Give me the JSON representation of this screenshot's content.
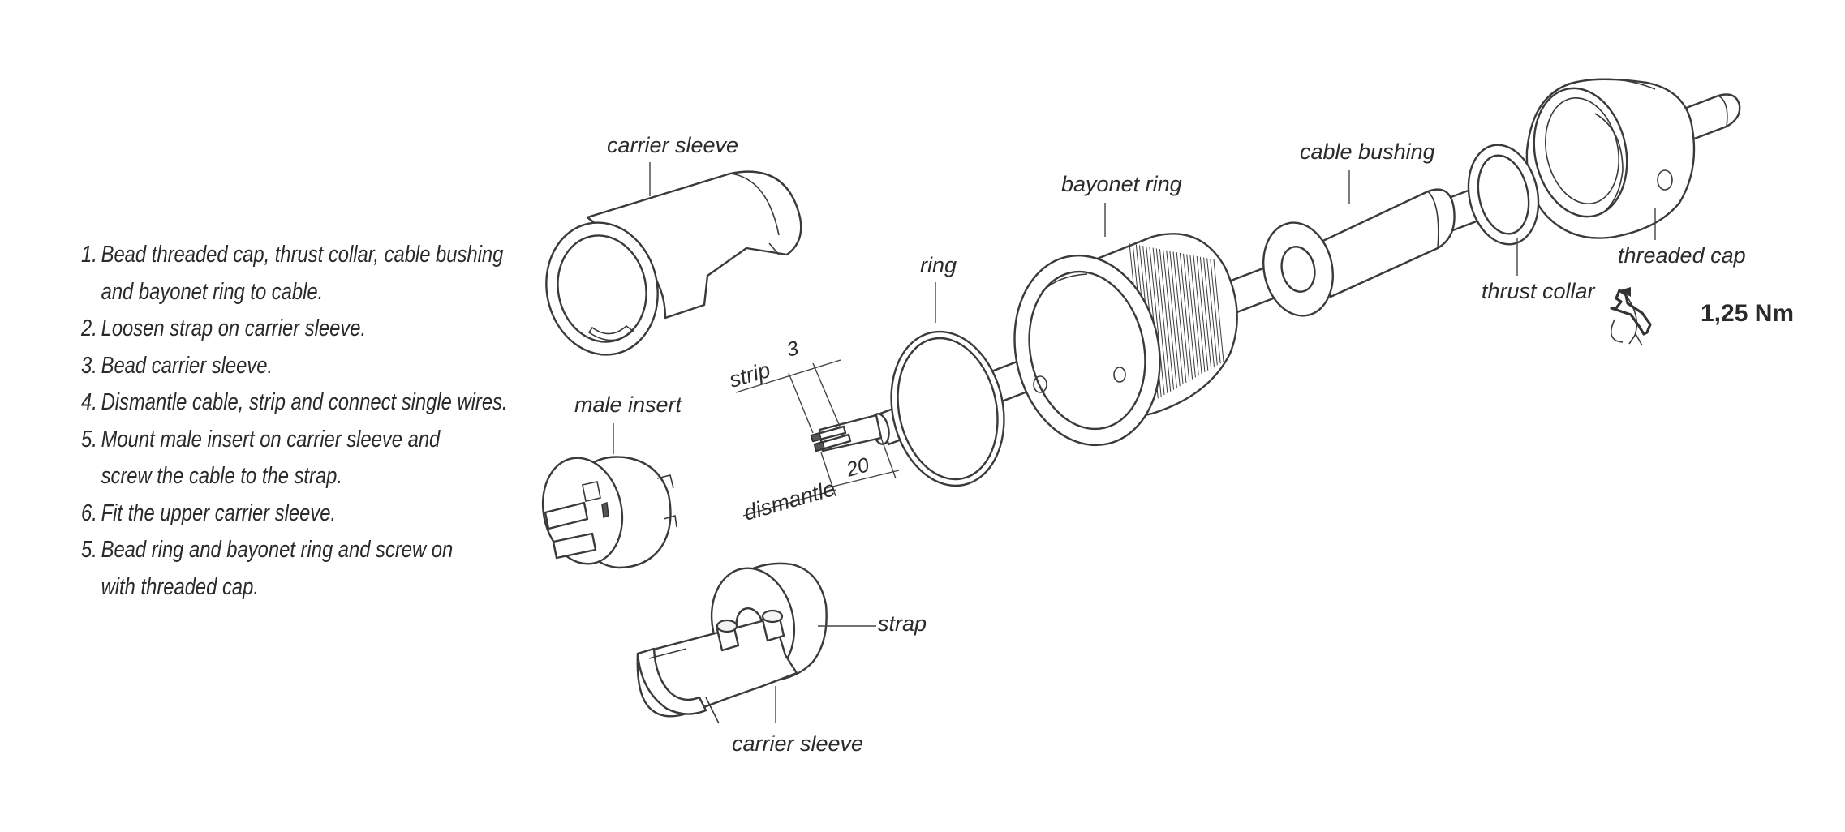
{
  "instructions": [
    {
      "num": "1.",
      "lines": [
        "Bead threaded cap, thrust collar, cable bushing",
        "and bayonet ring to cable."
      ]
    },
    {
      "num": "2.",
      "lines": [
        "Loosen strap on carrier sleeve."
      ]
    },
    {
      "num": "3.",
      "lines": [
        "Bead carrier sleeve."
      ]
    },
    {
      "num": "4.",
      "lines": [
        "Dismantle cable, strip and connect single wires."
      ]
    },
    {
      "num": "5.",
      "lines": [
        "Mount male insert on carrier sleeve and",
        "screw the cable to the strap."
      ]
    },
    {
      "num": "6.",
      "lines": [
        "Fit the upper carrier sleeve."
      ]
    },
    {
      "num": "5.",
      "lines": [
        "Bead ring and bayonet ring and screw on",
        "with threaded cap."
      ]
    }
  ],
  "labels": {
    "carrier_sleeve_top": "carrier sleeve",
    "male_insert": "male insert",
    "carrier_sleeve_bottom": "carrier sleeve",
    "strap": "strap",
    "ring": "ring",
    "bayonet_ring": "bayonet ring",
    "cable_bushing": "cable bushing",
    "thrust_collar": "thrust collar",
    "threaded_cap": "threaded cap",
    "strip": "strip",
    "dismantle": "dismantle"
  },
  "dimensions": {
    "strip_length": "3",
    "dismantle_length": "20"
  },
  "torque": {
    "value": "1,25 Nm",
    "icon": "wrench-torque-icon"
  }
}
